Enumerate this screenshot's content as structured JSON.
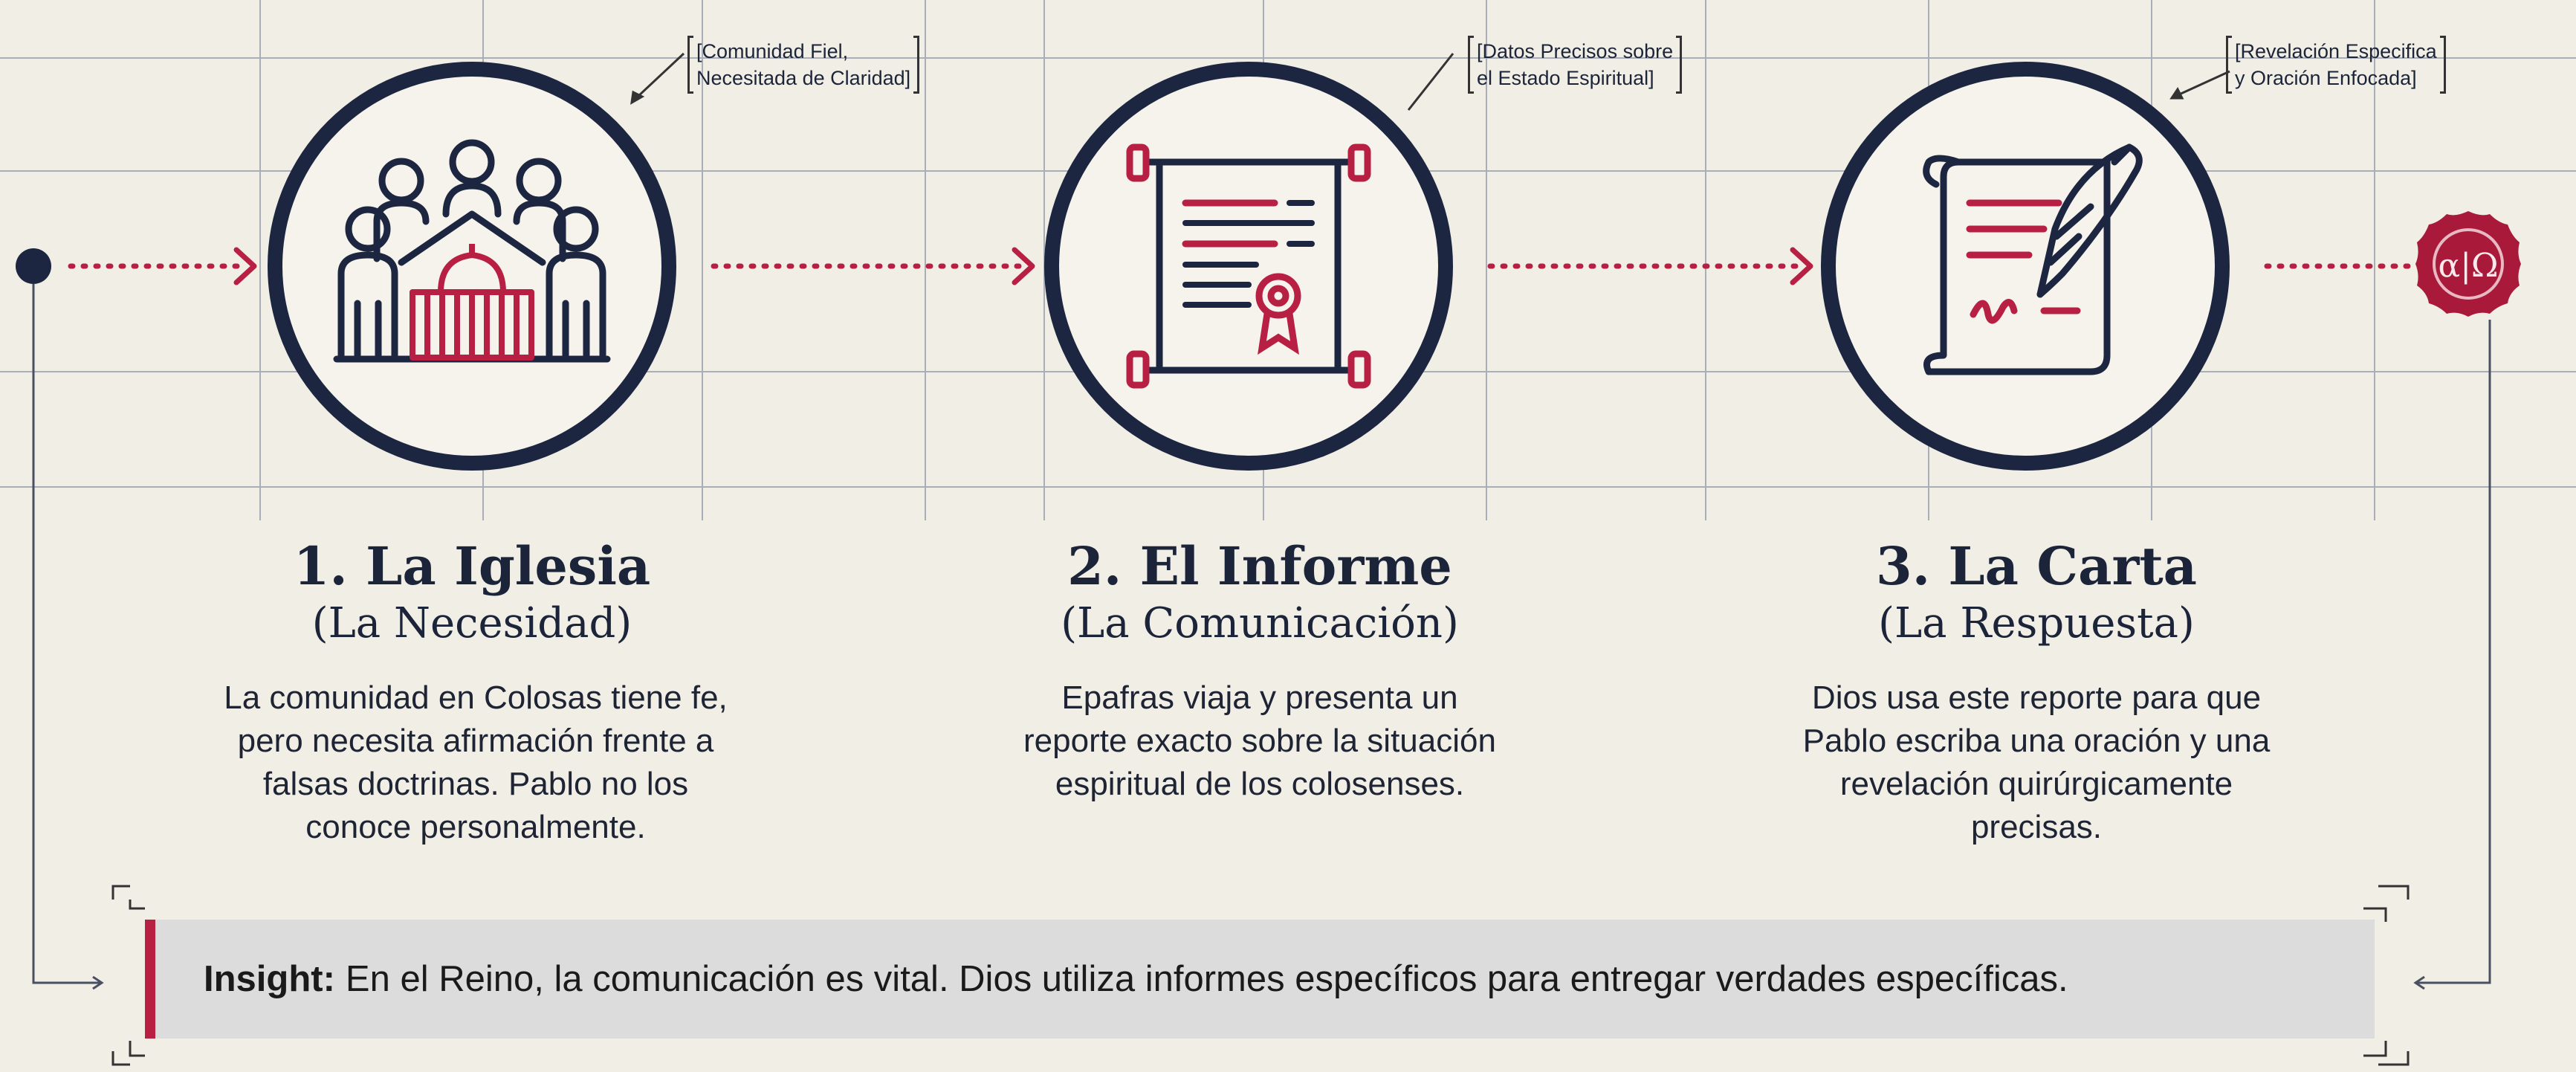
{
  "steps": [
    {
      "number_title": "1. La Iglesia",
      "subtitle": "(La Necesidad)",
      "description": [
        "La comunidad en Colosas tiene fe,",
        "pero necesita afirmación frente a",
        "falsas doctrinas. Pablo no los",
        "conoce personalmente."
      ],
      "callout": [
        "[Comunidad Fiel,",
        "Necesitada de Claridad]"
      ],
      "icon": "church-community-icon"
    },
    {
      "number_title": "2. El Informe",
      "subtitle": "(La Comunicación)",
      "description": [
        "Epafras viaja y presenta un",
        "reporte exacto sobre la situación",
        "espiritual de los colosenses."
      ],
      "callout": [
        "[Datos Precisos sobre",
        "el Estado Espiritual]"
      ],
      "icon": "scroll-report-icon"
    },
    {
      "number_title": "3. La Carta",
      "subtitle": "(La Respuesta)",
      "description": [
        "Dios usa este reporte para que",
        "Pablo escriba una oración y una",
        "revelación quirúrgicamente",
        "precisas."
      ],
      "callout": [
        "[Revelación Especifica",
        "y Oración Enfocada]"
      ],
      "icon": "letter-quill-icon"
    }
  ],
  "seal": {
    "text": "α|Ω",
    "icon": "wax-seal-icon"
  },
  "insight": {
    "label": "Insight:",
    "text": "En el Reino, la comunicación es vital. Dios utiliza informes específicos para entregar verdades específicas."
  },
  "colors": {
    "navy": "#1c2640",
    "crimson": "#b71f43",
    "background": "#f1eee6",
    "insight_bg": "#dcdcdc"
  }
}
